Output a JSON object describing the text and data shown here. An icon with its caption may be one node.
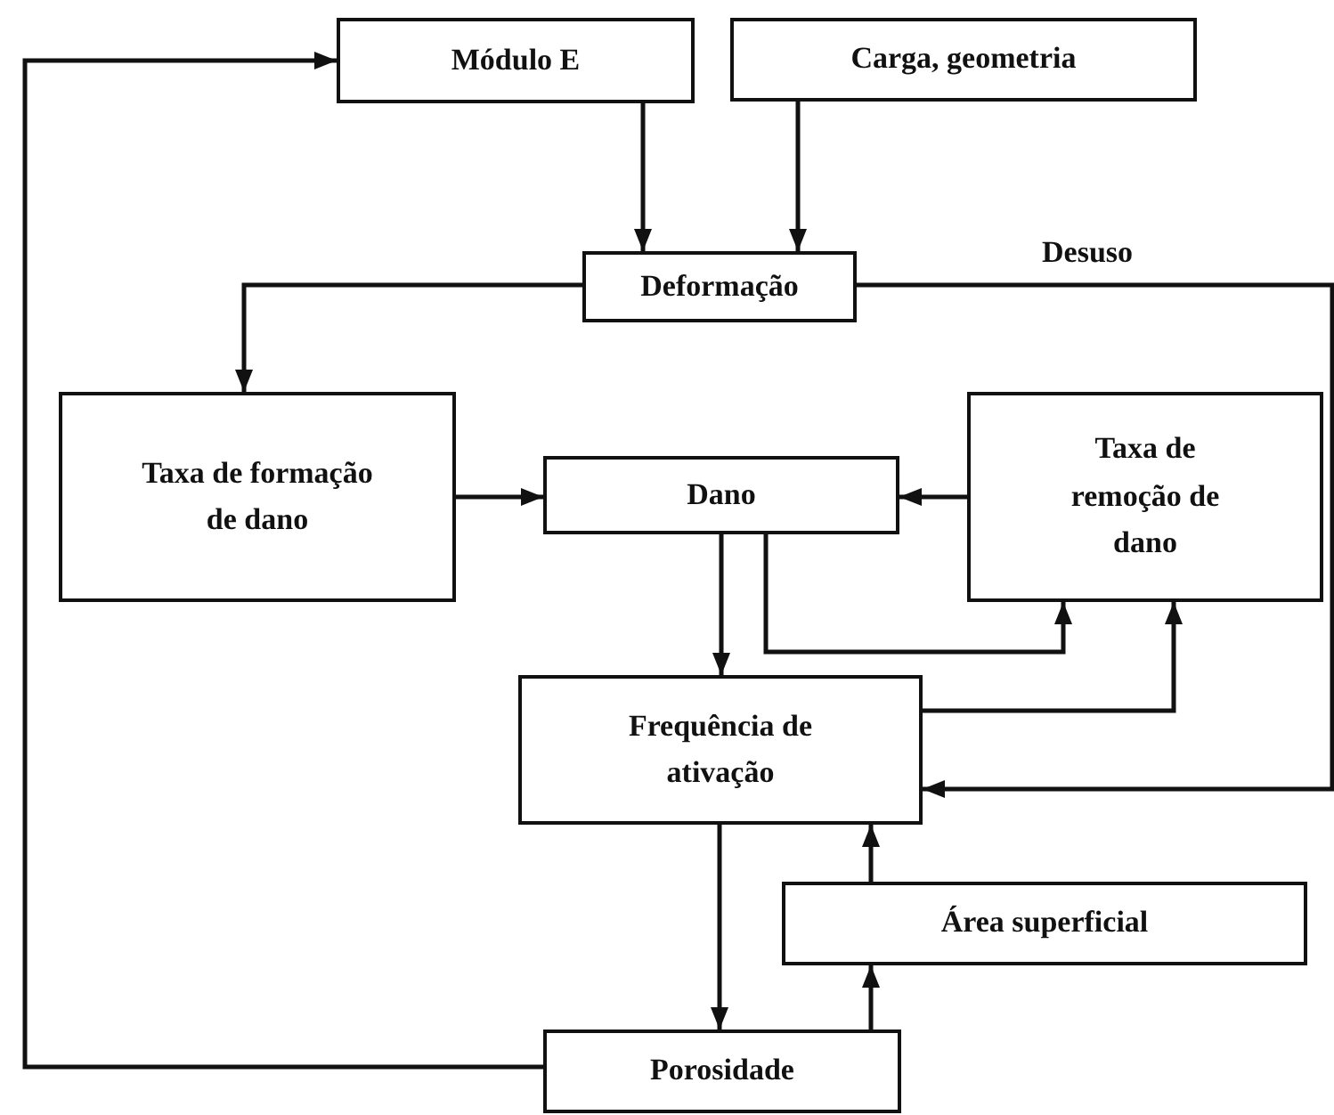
{
  "diagram": {
    "nodes": [
      {
        "text": [
          "Módulo E"
        ]
      },
      {
        "text": [
          "Carga, geometria"
        ]
      },
      {
        "text": [
          "Deformação"
        ]
      },
      {
        "text": [
          "Taxa de formação de dano"
        ]
      },
      {
        "text": [
          "Dano"
        ]
      },
      {
        "text": [
          "Taxa de remoção de dano"
        ]
      },
      {
        "text": [
          "Frequência de ativação"
        ]
      },
      {
        "text": [
          "Área superficial"
        ]
      },
      {
        "text": [
          "Porosidade"
        ]
      }
    ],
    "edges": [
      {
        "from": 0,
        "to": 2,
        "arrow": "to"
      },
      {
        "from": 1,
        "to": 2,
        "arrow": "to"
      },
      {
        "from": 2,
        "to": 3,
        "arrow": "to"
      },
      {
        "from": 2,
        "to": 6,
        "arrow": "to",
        "label": "Desuso"
      },
      {
        "from": 3,
        "to": 4,
        "arrow": "to"
      },
      {
        "from": 5,
        "to": 4,
        "arrow": "to"
      },
      {
        "from": 4,
        "to": 6,
        "arrow": "to"
      },
      {
        "from": 4,
        "to": 5,
        "arrow": "to"
      },
      {
        "from": 6,
        "to": 5,
        "arrow": "to"
      },
      {
        "from": 6,
        "to": 8,
        "arrow": "to"
      },
      {
        "from": 8,
        "to": 7,
        "arrow": "to"
      },
      {
        "from": 7,
        "to": 6,
        "arrow": "to"
      },
      {
        "from": 8,
        "to": 0,
        "arrow": "to"
      }
    ]
  }
}
